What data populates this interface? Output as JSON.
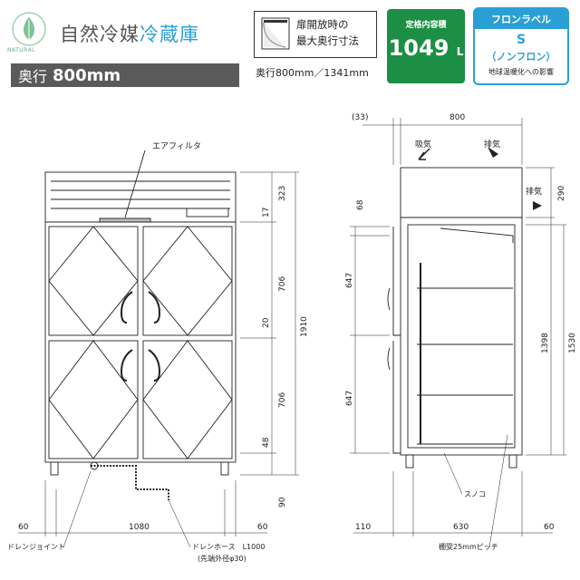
{
  "header": {
    "logo_text": "NATURAL",
    "title_part1": "自然冷媒",
    "title_part2": "冷蔵庫",
    "depth_label": "奥行",
    "depth_value": "800mm"
  },
  "door_info": {
    "line1": "扉開放時の",
    "line2": "最大奥行寸法",
    "caption": "奥行800mm／1341mm"
  },
  "capacity": {
    "label": "定格内容積",
    "value": "1049",
    "unit": "L"
  },
  "fluorocarbon": {
    "header": "フロンラベル",
    "grade": "S",
    "name": "（ノンフロン）",
    "note": "地球温暖化への影響"
  },
  "front_view": {
    "air_filter": "エアフィルタ",
    "dims_right": [
      "323",
      "17",
      "706",
      "20",
      "706",
      "48",
      "90",
      "1910"
    ],
    "dims_bottom": [
      "60",
      "1080",
      "60"
    ],
    "drain_joint": "ドレンジョイント",
    "drain_hose": "ドレンホース　L1000",
    "drain_hose_note": "(先端外径φ30)"
  },
  "side_view": {
    "top_left": "(33)",
    "top_width": "800",
    "intake": "吸気",
    "exhaust": "排気",
    "exhaust_side": "排気",
    "dims_left": [
      "68",
      "647",
      "647"
    ],
    "dims_right": [
      "290",
      "1398",
      "1530"
    ],
    "dims_bottom": [
      "110",
      "630",
      "60"
    ],
    "sunoko": "スノコ",
    "pitch": "棚受25mmピッチ"
  },
  "colors": {
    "accent_blue": "#2a9fd6",
    "capacity_green": "#1d8f45",
    "depth_bar": "#5a5a5a"
  }
}
